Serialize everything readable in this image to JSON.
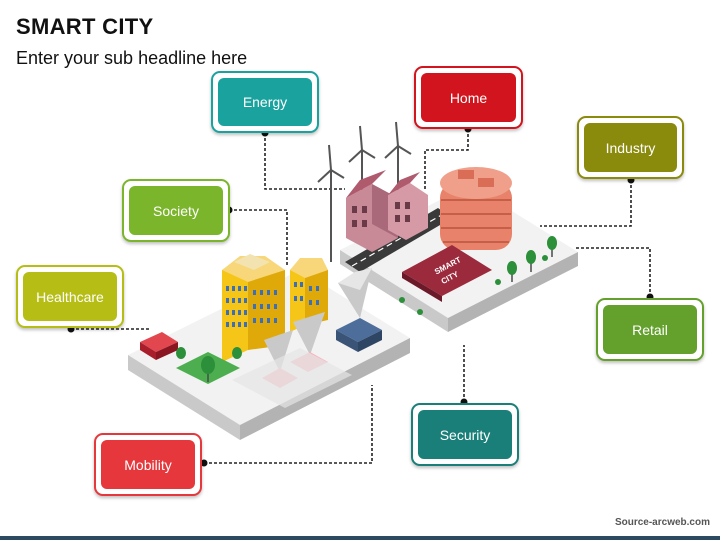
{
  "header": {
    "title": "SMART CITY",
    "subtitle": "Enter your sub headline here"
  },
  "city_sign": {
    "line1": "SMART",
    "line2": "CITY"
  },
  "nodes": {
    "energy": {
      "label": "Energy",
      "color": "#1aa39e"
    },
    "home": {
      "label": "Home",
      "color": "#d1141d"
    },
    "industry": {
      "label": "Industry",
      "color": "#8a8a0d"
    },
    "society": {
      "label": "Society",
      "color": "#7bb52b"
    },
    "healthcare": {
      "label": "Healthcare",
      "color": "#b6be16"
    },
    "retail": {
      "label": "Retail",
      "color": "#64a02c"
    },
    "security": {
      "label": "Security",
      "color": "#1a7f79"
    },
    "mobility": {
      "label": "Mobility",
      "color": "#e5373c"
    }
  },
  "footer": {
    "source": "Source-arcweb.com"
  }
}
